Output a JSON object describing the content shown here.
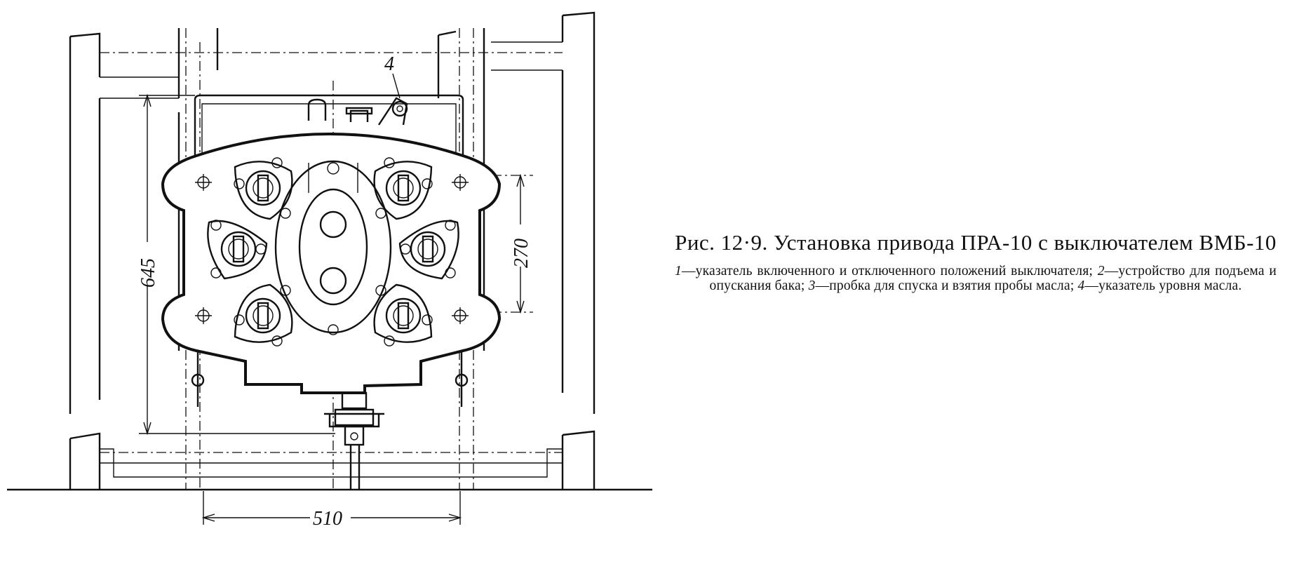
{
  "figure": {
    "callout_label": "4",
    "dimensions": {
      "height": "645",
      "hole_spacing": "270",
      "width": "510"
    }
  },
  "caption": {
    "title": "Рис. 12·9. Установка привода ПРА-10 с выключателем ВМБ-10",
    "legend": [
      {
        "num": "1",
        "text": "указатель включенного и отключенного положений выключателя;"
      },
      {
        "num": "2",
        "text": "устройство для подъема и опускания бака;"
      },
      {
        "num": "3",
        "text": "пробка для спуска и взятия пробы масла;"
      },
      {
        "num": "4",
        "text": "указатель уровня масла."
      }
    ]
  },
  "colors": {
    "ink": "#111111",
    "paper": "#ffffff"
  }
}
